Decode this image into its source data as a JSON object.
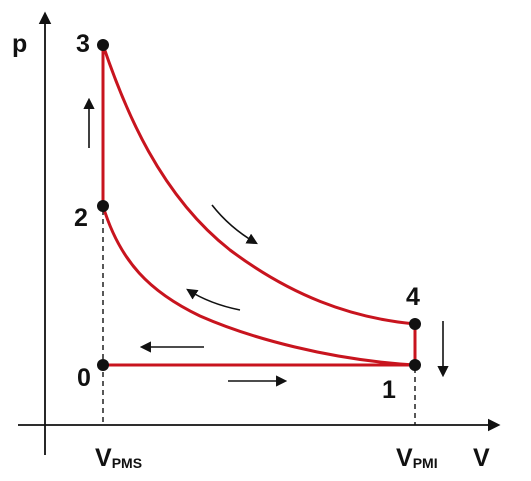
{
  "axes": {
    "y_label": "p",
    "x_label": "V",
    "x_marks": [
      {
        "main": "V",
        "sub": "PMS"
      },
      {
        "main": "V",
        "sub": "PMI"
      }
    ]
  },
  "points": [
    {
      "label": "0"
    },
    {
      "label": "1"
    },
    {
      "label": "2"
    },
    {
      "label": "3"
    },
    {
      "label": "4"
    }
  ],
  "colors": {
    "cycle": "#c8141e",
    "ink": "#111111"
  }
}
